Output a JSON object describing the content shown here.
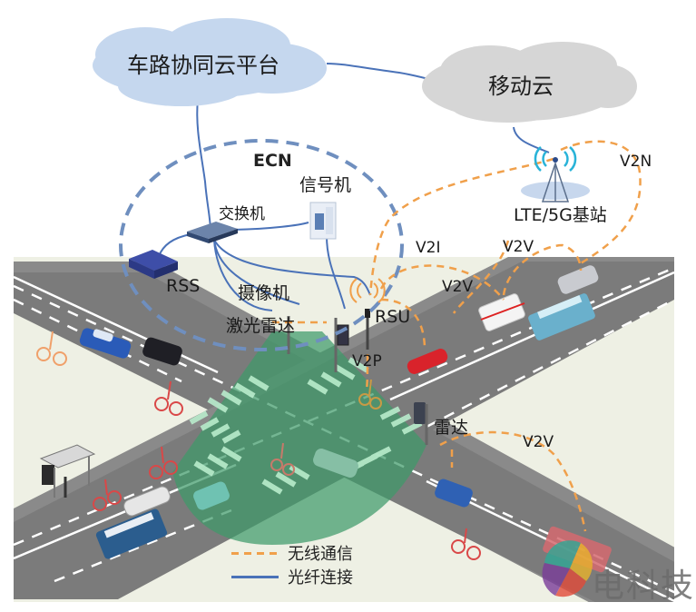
{
  "diagram": {
    "clouds": {
      "v2x_platform": "车路协同云平台",
      "mobile_cloud": "移动云"
    },
    "ecn": {
      "title": "ECN",
      "switch": "交换机",
      "signal_controller": "信号机",
      "rss": "RSS",
      "camera": "摄像机",
      "lidar": "激光雷达",
      "rsu": "RSU"
    },
    "base_station": "LTE/5G基站",
    "links": {
      "v2n": "V2N",
      "v2i": "V2I",
      "v2v_top": "V2V",
      "v2v_mid": "V2V",
      "v2p": "V2P",
      "v2v_bottom": "V2V"
    },
    "radar": "雷达",
    "legend": {
      "wireless": "无线通信",
      "fiber": "光纤连接"
    },
    "watermark": "电科技",
    "colors": {
      "fiber": "#4a72b8",
      "wireless": "#f0a04b",
      "ecn_boundary": "#6f8fbf",
      "platform_cloud": "#c5d7ee",
      "mobile_cloud": "#d6d6d6",
      "road": "#7d7d7d",
      "ground": "#eef0e4",
      "coverage": "#3f9a6a"
    }
  }
}
